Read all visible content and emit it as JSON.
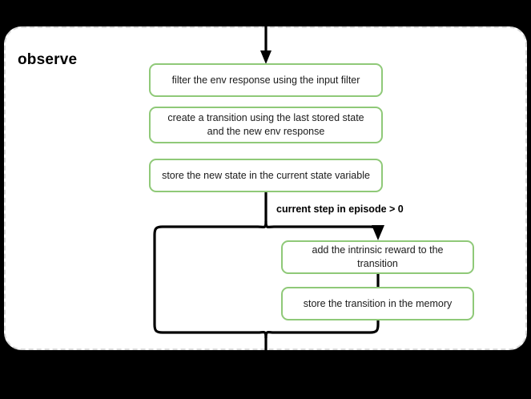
{
  "diagram": {
    "title": "observe",
    "background_color": "#000000",
    "container_fill": "#ffffff",
    "container_border_color": "#d9d9d9",
    "node_border_color": "#8fc978",
    "edge_color": "#000000",
    "nodes": [
      {
        "id": "a",
        "label": "filter the env response using the input filter"
      },
      {
        "id": "b",
        "label": "create a transition using the last stored state and the new env response"
      },
      {
        "id": "c",
        "label": "store the new state in the current state variable"
      },
      {
        "id": "d",
        "label": "add the intrinsic reward to the transition"
      },
      {
        "id": "e",
        "label": "store the transition in the memory"
      }
    ],
    "branch": {
      "condition_label": "current step in episode > 0"
    }
  }
}
